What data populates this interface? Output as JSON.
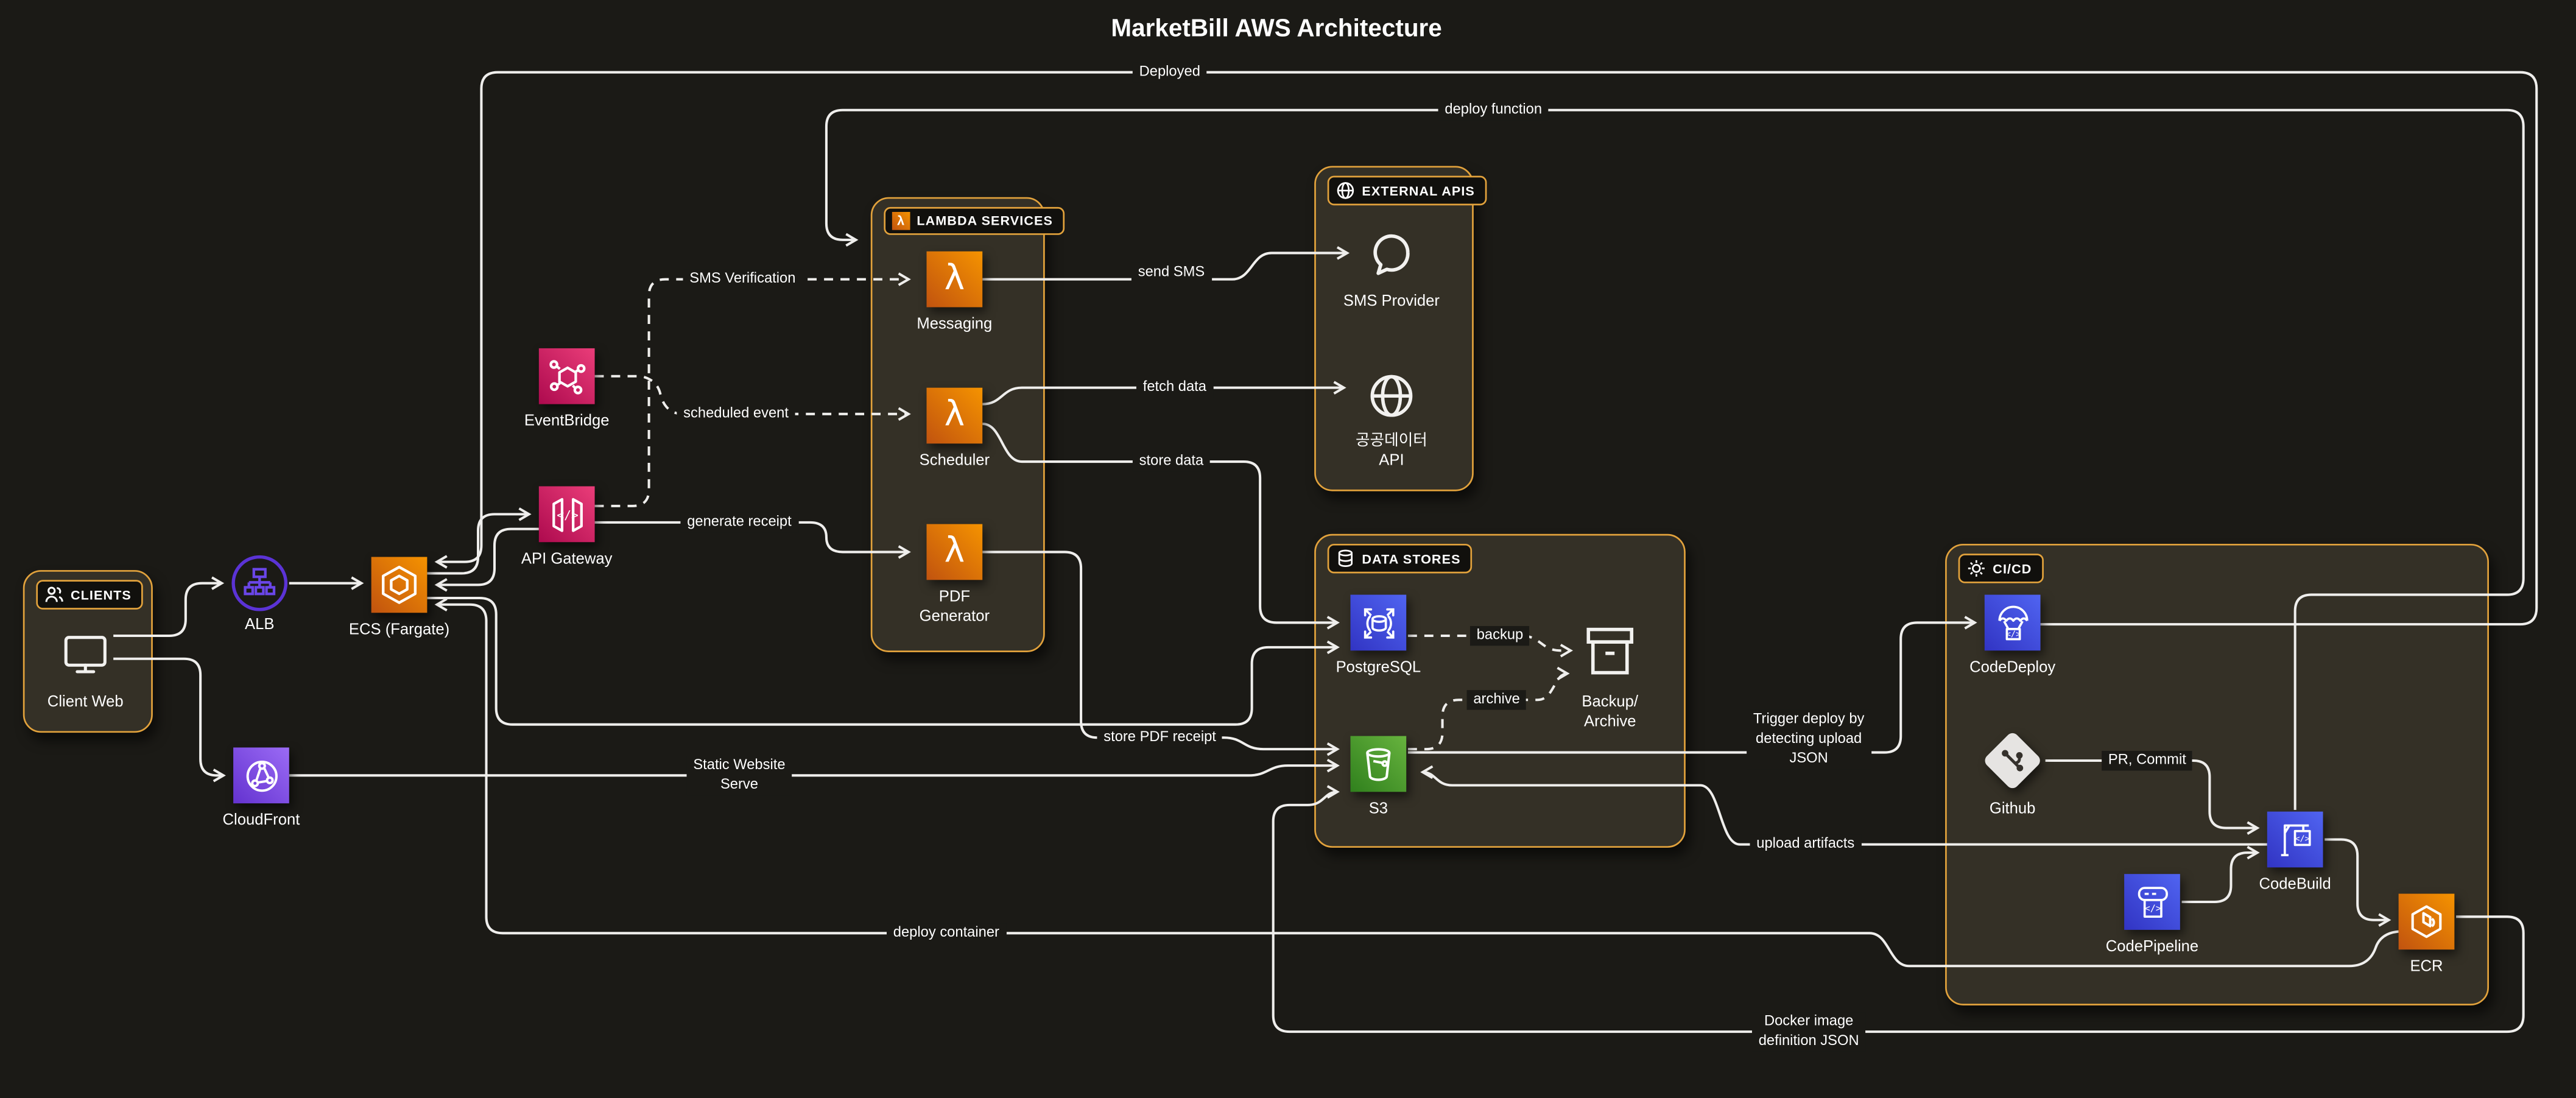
{
  "title": "MarketBill AWS Architecture",
  "groups": {
    "clients": {
      "title": "CLIENTS"
    },
    "lambda": {
      "title": "LAMBDA SERVICES"
    },
    "external": {
      "title": "EXTERNAL APIS"
    },
    "datastores": {
      "title": "DATA STORES"
    },
    "cicd": {
      "title": "CI/CD"
    }
  },
  "nodes": {
    "client_web": {
      "label": "Client Web"
    },
    "alb": {
      "label": "ALB"
    },
    "ecs": {
      "label": "ECS (Fargate)"
    },
    "cloudfront": {
      "label": "CloudFront"
    },
    "eventbridge": {
      "label": "EventBridge"
    },
    "api_gateway": {
      "label": "API Gateway"
    },
    "messaging": {
      "label": "Messaging"
    },
    "scheduler": {
      "label": "Scheduler"
    },
    "pdf_generator": {
      "label": "PDF\nGenerator"
    },
    "sms_provider": {
      "label": "SMS Provider"
    },
    "public_data_api": {
      "label": "공공데이터\nAPI"
    },
    "postgresql": {
      "label": "PostgreSQL"
    },
    "backup_archive": {
      "label": "Backup/\nArchive"
    },
    "s3": {
      "label": "S3"
    },
    "codedeploy": {
      "label": "CodeDeploy"
    },
    "github": {
      "label": "Github"
    },
    "codebuild": {
      "label": "CodeBuild"
    },
    "codepipeline": {
      "label": "CodePipeline"
    },
    "ecr": {
      "label": "ECR"
    }
  },
  "edges": {
    "deployed": "Deployed",
    "deploy_function": "deploy function",
    "sms_verification": "SMS Verification",
    "scheduled_event": "scheduled event",
    "generate_receipt": "generate receipt",
    "send_sms": "send SMS",
    "fetch_data": "fetch data",
    "store_data": "store data",
    "store_pdf_receipt": "store PDF receipt",
    "static_website_serve": "Static Website\nServe",
    "backup": "backup",
    "archive": "archive",
    "trigger_deploy": "Trigger deploy by\ndetecting upload\nJSON",
    "pr_commit": "PR, Commit",
    "upload_artifacts": "upload artifacts",
    "deploy_container": "deploy container",
    "docker_image_json": "Docker image\ndefinition JSON"
  },
  "icons": {
    "lambda": "λ",
    "code": "</>"
  },
  "colors": {
    "bg": "#1b1a16",
    "panel": "#343026",
    "panel-border": "#e2a23c",
    "badge-bg": "#11100d",
    "line": "#efeeec",
    "text": "#ffffff",
    "aws-orange-a": "#c1530f",
    "aws-orange-b": "#f59300",
    "aws-pink-a": "#ad0a4e",
    "aws-pink-b": "#ea3d79",
    "aws-blue-a": "#3134c3",
    "aws-blue-b": "#5064f1",
    "aws-green-a": "#30801d",
    "aws-green-b": "#67b33e",
    "aws-purple-a": "#6332cf",
    "aws-purple-b": "#9b6bf5",
    "alb-purple": "#5b33d6",
    "github-fill": "#e6e4e2"
  }
}
